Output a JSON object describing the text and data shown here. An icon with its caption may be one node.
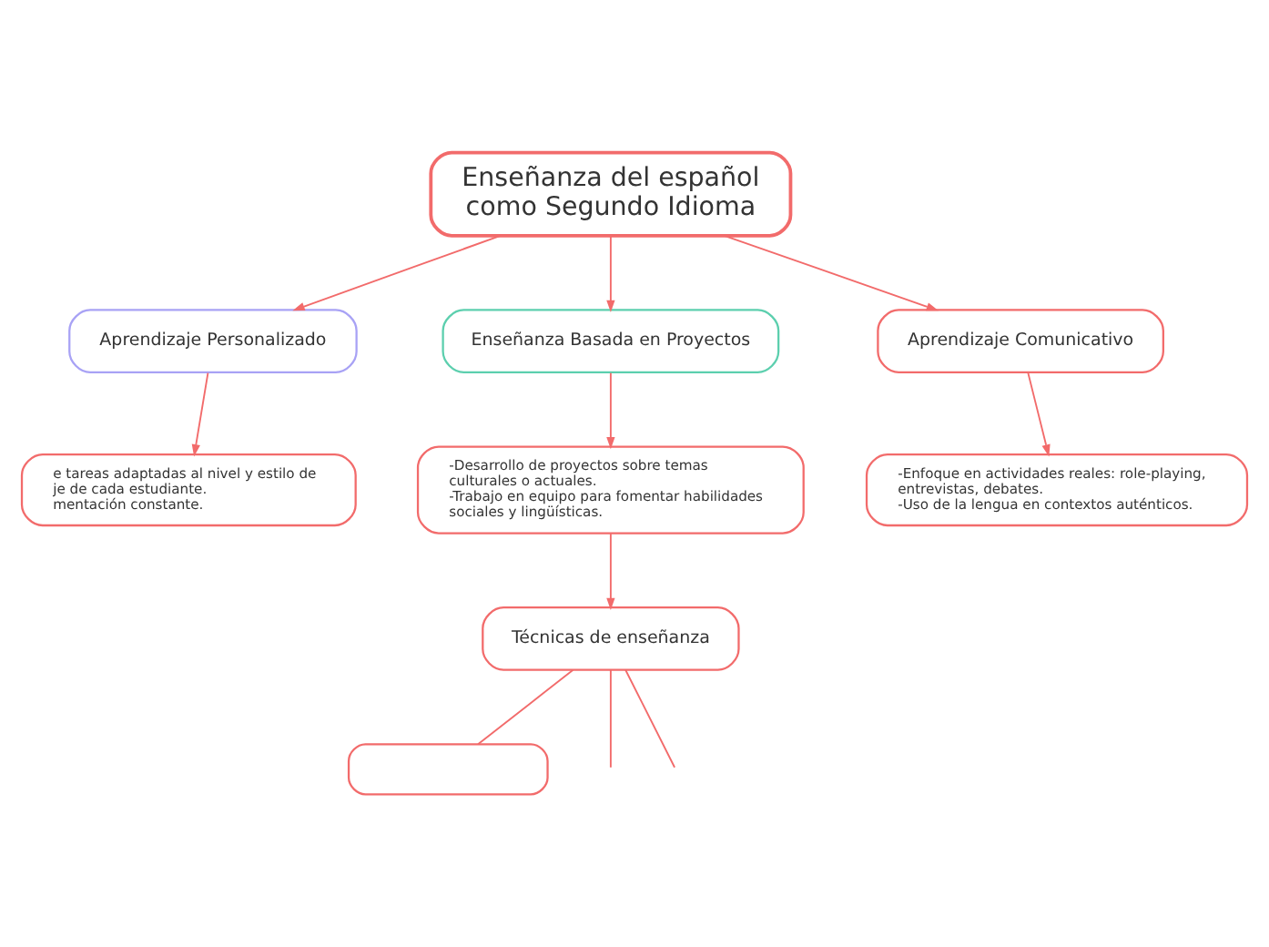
{
  "diagram": {
    "nodes": [
      {
        "text": [
          "Enseñanza del español como Segundo Idioma"
        ]
      },
      {
        "text": [
          "Aprendizaje Personalizado"
        ]
      },
      {
        "text": [
          "Enseñanza Basada en Proyectos"
        ]
      },
      {
        "text": [
          "Aprendizaje Comunicativo"
        ]
      },
      {
        "text": [
          "e tareas adaptadas al nivel y estilo de je de cada estudiante.",
          "mentación constante."
        ]
      },
      {
        "text": [
          "-Desarrollo de proyectos sobre temas culturales o actuales.",
          "-Trabajo en equipo para fomentar habilidades sociales y lingüísticas."
        ]
      },
      {
        "text": [
          "-Enfoque en actividades reales: role-playing, entrevistas, debates.",
          "-Uso de la lengua en contextos auténticos."
        ]
      },
      {
        "text": [
          "Técnicas de enseñanza"
        ]
      },
      {
        "text": [],
        "shape": "box"
      }
    ],
    "edges": [
      {
        "from": 0,
        "to": 1,
        "arrow": "to"
      },
      {
        "from": 0,
        "to": 2,
        "arrow": "to"
      },
      {
        "from": 0,
        "to": 3,
        "arrow": "to"
      },
      {
        "from": 1,
        "to": 4,
        "arrow": "to"
      },
      {
        "from": 2,
        "to": 5,
        "arrow": "to"
      },
      {
        "from": 3,
        "to": 6,
        "arrow": "to"
      },
      {
        "from": 5,
        "to": 7,
        "arrow": "to"
      },
      {
        "from": 7,
        "to": null,
        "arrow": "none"
      },
      {
        "from": 7,
        "to": null,
        "arrow": "none"
      },
      {
        "from": 7,
        "to": 8,
        "arrow": "none"
      }
    ]
  }
}
